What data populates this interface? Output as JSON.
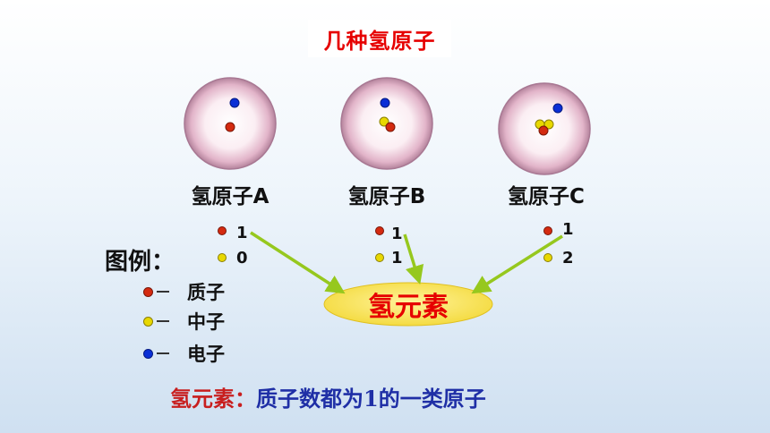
{
  "title": "几种氢原子",
  "atoms": [
    {
      "label": "氢原子A",
      "protons": "1",
      "neutrons": "0"
    },
    {
      "label": "氢原子B",
      "protons": "1",
      "neutrons": "1"
    },
    {
      "label": "氢原子C",
      "protons": "1",
      "neutrons": "2"
    }
  ],
  "legend": {
    "title": "图例：",
    "items": [
      {
        "label": "质子",
        "color": "#d42a10"
      },
      {
        "label": "中子",
        "color": "#e8d800"
      },
      {
        "label": "电子",
        "color": "#0a2fd6"
      }
    ]
  },
  "element_label": "氢元素",
  "definition": {
    "term": "氢元素：",
    "text": "质子数都为1的一类原子"
  },
  "colors": {
    "title_red": "#e60000",
    "ellipse_fill": "#f7e250",
    "arrow": "#96c81e",
    "definition_term": "#c81e1e",
    "definition_text": "#1f2fa6"
  }
}
